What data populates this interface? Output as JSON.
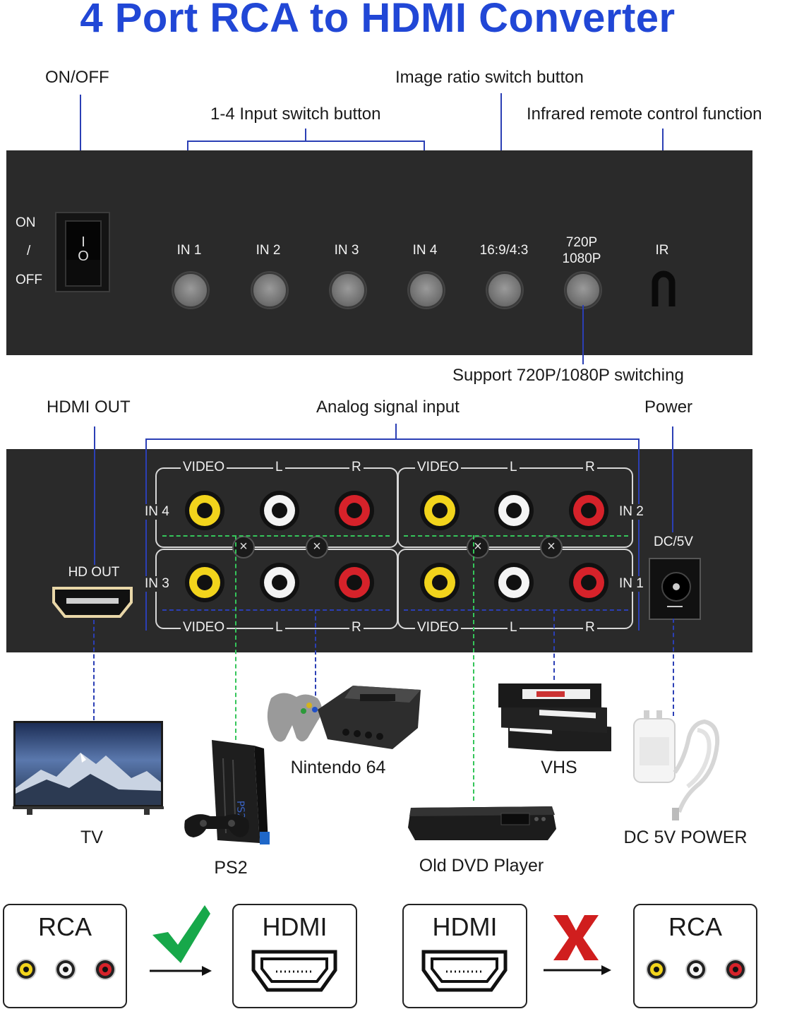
{
  "title": "4 Port RCA to HDMI Converter",
  "front": {
    "callouts": {
      "on_off": "ON/OFF",
      "input_switch": "1-4 Input switch button",
      "ratio": "Image ratio switch button",
      "ir": "Infrared remote control function",
      "resolution": "Support 720P/1080P switching"
    },
    "switch": {
      "on": "ON",
      "slash": "/",
      "off": "OFF",
      "mark_on": "I",
      "mark_off": "O"
    },
    "buttons": [
      "IN 1",
      "IN 2",
      "IN 3",
      "IN 4",
      "16:9/4:3"
    ],
    "resolution_button": {
      "line1": "720P",
      "line2": "1080P"
    },
    "ir_label": "IR"
  },
  "rear": {
    "callouts": {
      "hdmi_out": "HDMI OUT",
      "analog": "Analog signal input",
      "power": "Power"
    },
    "hd_out": "HD OUT",
    "dc": "DC/5V",
    "group_labels": {
      "video": "VIDEO",
      "l": "L",
      "r": "R"
    },
    "inputs": {
      "in1": "IN 1",
      "in2": "IN 2",
      "in3": "IN 3",
      "in4": "IN 4"
    },
    "colors": {
      "yellow": "#f2d41c",
      "white": "#f4f4f4",
      "red": "#d6222a"
    }
  },
  "devices": {
    "tv": "TV",
    "ps2": "PS2",
    "n64": "Nintendo 64",
    "vhs": "VHS",
    "dvd": "Old DVD Player",
    "power": "DC 5V POWER"
  },
  "compat": {
    "ok": {
      "from": "RCA",
      "to": "HDMI",
      "mark": "check-icon"
    },
    "no": {
      "from": "HDMI",
      "to": "RCA",
      "mark": "cross-icon"
    }
  },
  "accent": {
    "title": "#2147d6",
    "leader": "#2b3fb5",
    "dash_green": "#35c55a",
    "check": "#17a84a",
    "cross": "#d01e1e"
  }
}
